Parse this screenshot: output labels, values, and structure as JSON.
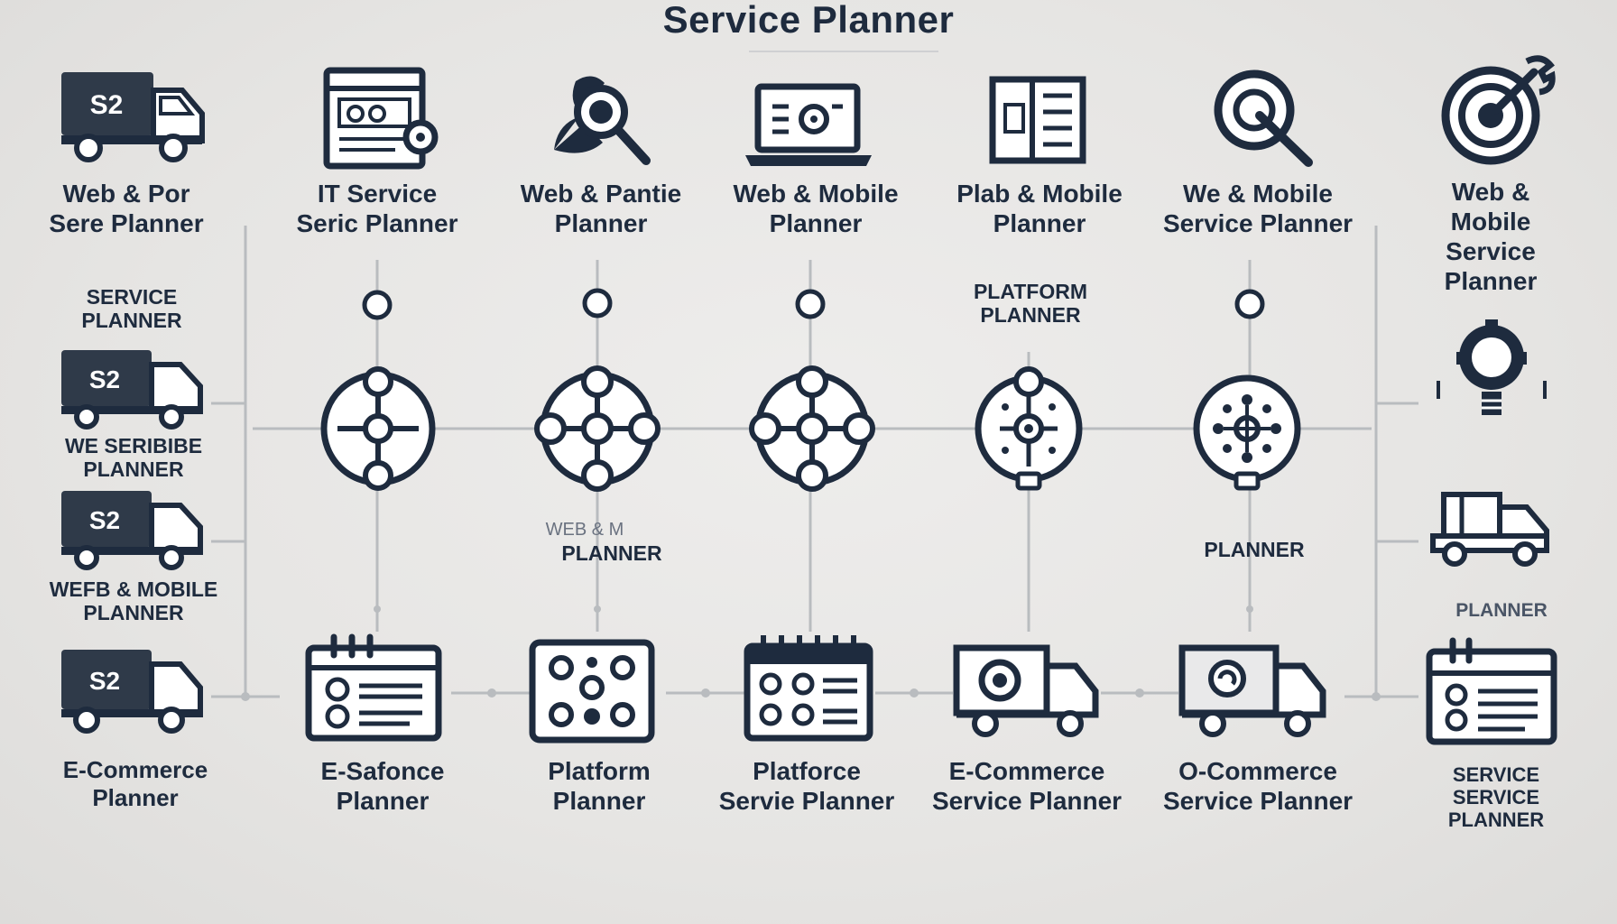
{
  "title": "Service Planner",
  "colors": {
    "ink": "#1e2b3e",
    "background": "#e8e7e5",
    "line": "#b9bcbf"
  },
  "top_row": [
    {
      "icon": "truck-icon",
      "label": "Web & Por\nSere Planner"
    },
    {
      "icon": "browser-gear-icon",
      "label": "IT Service\nSeric Planner"
    },
    {
      "icon": "search-user-icon",
      "label": "Web & Pantie\nPlanner"
    },
    {
      "icon": "laptop-icon",
      "label": "Web & Mobile\nPlanner"
    },
    {
      "icon": "document-panel-icon",
      "label": "Plab & Mobile\nPlanner"
    },
    {
      "icon": "magnifier-icon",
      "label": "We & Mobile\nService Planner"
    },
    {
      "icon": "target-wrench-icon",
      "label": "Web & Mobile\nService Planner"
    }
  ],
  "left_column": [
    {
      "caption": "Service\nPlanner"
    },
    {
      "icon": "truck-icon",
      "badge": "S2",
      "caption": "We Seribibe\nPlanner"
    },
    {
      "icon": "truck-icon",
      "badge": "S2",
      "caption": "Wefb & Mobile\nPlanner"
    },
    {
      "icon": "truck-icon",
      "badge": "S2",
      "caption": "E-Commerce\nPlanner"
    }
  ],
  "middle_labels": {
    "platform_planner": "Platform\nPlanner",
    "web_planner_faint": "Web & M",
    "web_planner": "Planner",
    "planner_right": "Planner"
  },
  "network_nodes": [
    "network-node-icon",
    "network-node-icon",
    "network-node-icon",
    "bulb-network-icon",
    "bulb-network-icon"
  ],
  "right_column": [
    {
      "icon": "lightbulb-gear-icon"
    },
    {
      "icon": "truck-icon",
      "caption": "Planner"
    },
    {
      "icon": "calendar-list-icon",
      "caption": "Service\nService\nPlanner"
    }
  ],
  "bottom_row": [
    {
      "icon": "calendar-list-icon",
      "label": "E-Safonce\nPlanner"
    },
    {
      "icon": "dashboard-grid-icon",
      "label": "Platform\nPlanner"
    },
    {
      "icon": "calendar-grid-icon",
      "label": "Platforce\nServie Planner"
    },
    {
      "icon": "delivery-truck-icon",
      "label": "E-Commerce\nService Planner"
    },
    {
      "icon": "delivery-truck-icon",
      "label": "O-Commerce\nService Planner"
    }
  ]
}
